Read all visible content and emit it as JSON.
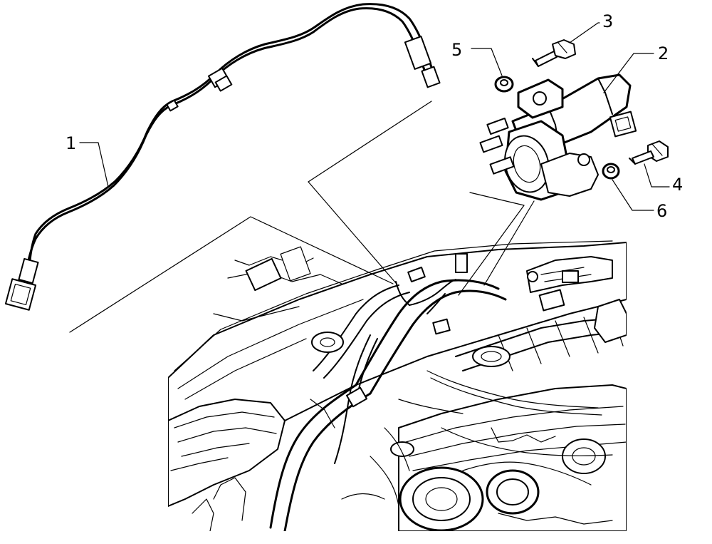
{
  "diagram": {
    "callouts": [
      {
        "id": "1",
        "label": "1",
        "part": "vacuum-hose-harness"
      },
      {
        "id": "2",
        "label": "2",
        "part": "solenoid-valve"
      },
      {
        "id": "3",
        "label": "3",
        "part": "bolt-upper"
      },
      {
        "id": "4",
        "label": "4",
        "part": "bolt-lower"
      },
      {
        "id": "5",
        "label": "5",
        "part": "nut-left"
      },
      {
        "id": "6",
        "label": "6",
        "part": "nut-right"
      }
    ]
  }
}
